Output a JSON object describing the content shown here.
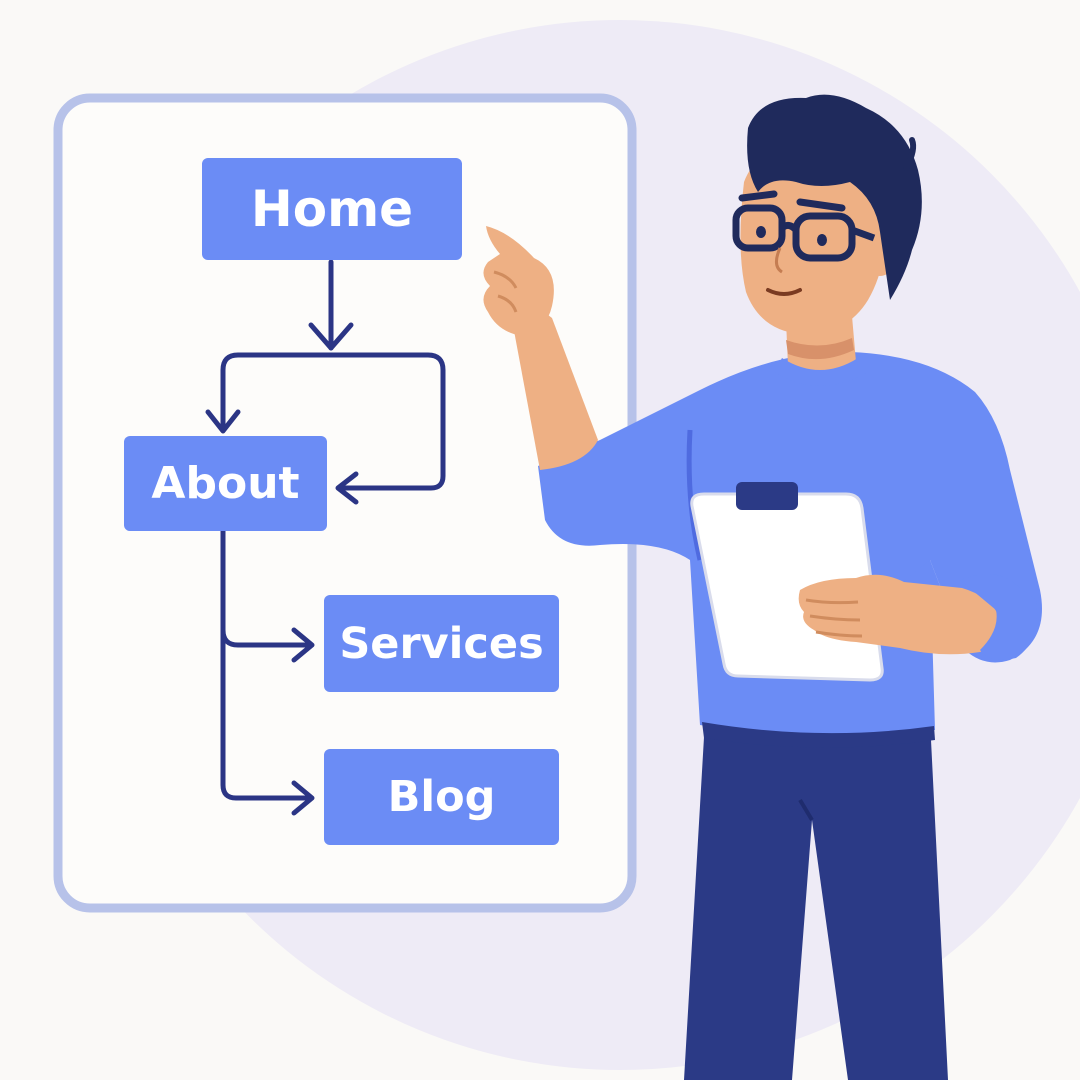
{
  "diagram": {
    "nodes": [
      {
        "id": "home",
        "label": "Home"
      },
      {
        "id": "about",
        "label": "About"
      },
      {
        "id": "services",
        "label": "Services"
      },
      {
        "id": "blog",
        "label": "Blog"
      }
    ],
    "edges": [
      {
        "from": "home",
        "to": "about"
      },
      {
        "from": "home",
        "to": "about",
        "via": "loop-right"
      },
      {
        "from": "about",
        "to": "services"
      },
      {
        "from": "about",
        "to": "blog"
      }
    ]
  },
  "illustration": {
    "subject": "person-pointing-at-sitemap",
    "holds": "clipboard-icon"
  },
  "colors": {
    "node_fill": "#6b8cf5",
    "node_text": "#ffffff",
    "connector": "#2b3585",
    "panel_border": "#b7c2e9",
    "panel_fill": "#fdfcfa",
    "backdrop_circle": "#eeebf6",
    "sweater": "#6b8cf5",
    "pants": "#2b3a86",
    "hair": "#1f2a5c",
    "skin": "#eeb084"
  }
}
